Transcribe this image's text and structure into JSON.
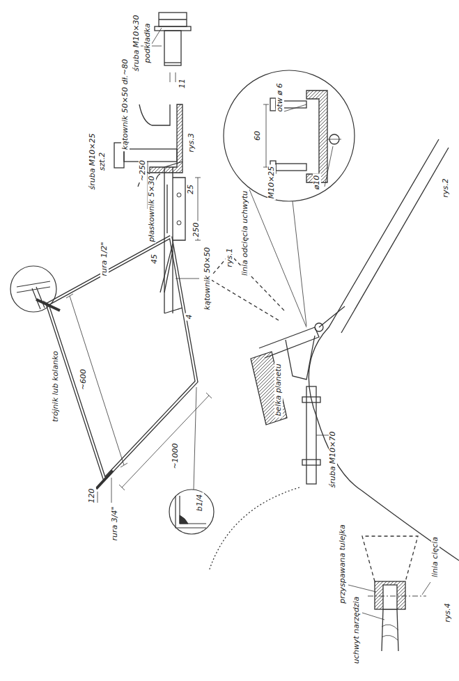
{
  "diagram": {
    "labels": [
      "trójnik lub kolanko",
      "rura 1/2\"",
      "~600",
      "~1000",
      "120",
      "rura 3/4\"",
      "b1/4",
      "kątownik 50×50",
      "płaskownik 5×30",
      "4",
      "45",
      "25",
      "250",
      "~250",
      "rys.1",
      "śruba M10×25",
      "szt.2",
      "kątownik 50×50 dł.~80",
      "śruba M10×30",
      "podkładka",
      "11",
      "rys.3",
      "belka planetu",
      "śruba M10×70",
      "linia odcięcia uchwytu",
      "60",
      "M10×25",
      "otw ø 6",
      "ø10",
      "rys.2",
      "przyspawana tulejka",
      "uchwyt narzędzia",
      "linia cięcia",
      "rys.4"
    ]
  }
}
